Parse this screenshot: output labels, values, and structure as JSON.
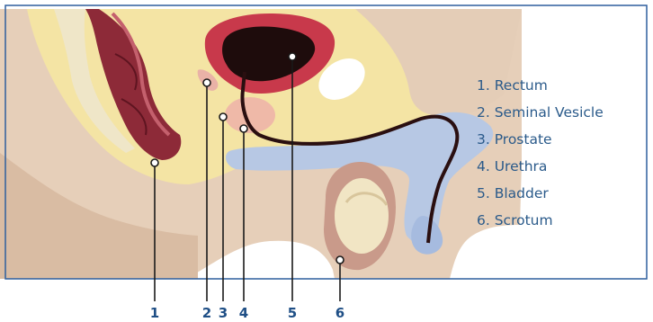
{
  "legend": {
    "items": [
      "1. Rectum",
      "2. Seminal Vesicle",
      "3. Prostate",
      "4. Urethra",
      "5. Bladder",
      "6. Scrotum"
    ]
  },
  "callouts": [
    "1",
    "2",
    "3",
    "4",
    "5",
    "6"
  ],
  "colors": {
    "frame": "#2e5f9e",
    "skin": "#e4cdb7",
    "fat": "#f3e3a3",
    "bladder": "#c03a4d",
    "rectum": "#8b2b3a",
    "urethra_tissue": "#b8c9e4",
    "text": "#2a5a8a"
  }
}
